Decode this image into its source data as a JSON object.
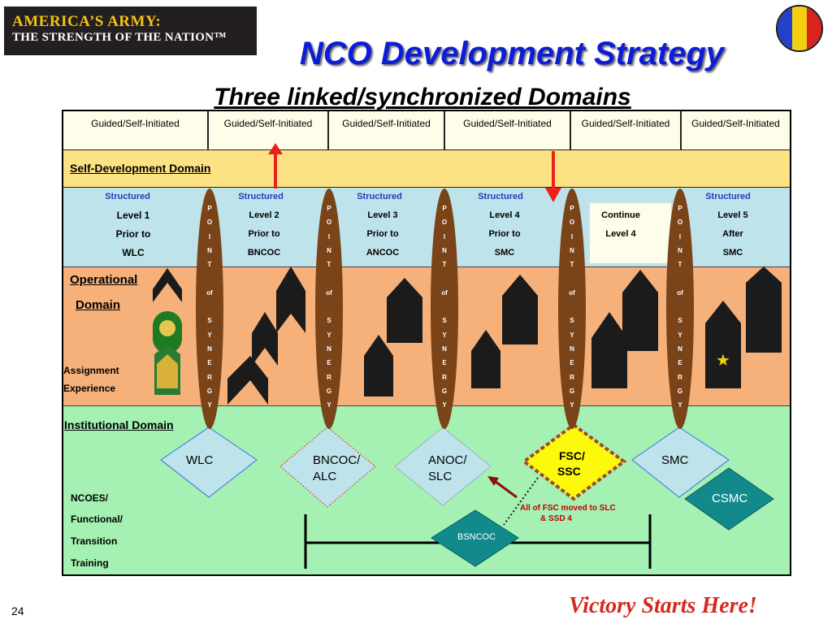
{
  "logo": {
    "line1": "AMERICA’S ARMY:",
    "line2": "THE STRENGTH OF  THE NATION™"
  },
  "title": "NCO Development Strategy",
  "subtitle": "Three linked/synchronized Domains",
  "guided_row": [
    "Guided/Self-Initiated",
    "Guided/Self-Initiated",
    "Guided/Self-Initiated",
    "Guided/Self-Initiated",
    "Guided/Self-Initiated",
    "Guided/Self-Initiated"
  ],
  "self_development_label": "Self-Development Domain",
  "structured_columns": [
    {
      "header": "Structured",
      "lines": [
        "Level 1",
        "Prior to",
        "WLC"
      ]
    },
    {
      "header": "Structured",
      "lines": [
        "Level 2",
        "Prior to",
        "BNCOC"
      ]
    },
    {
      "header": "Structured",
      "lines": [
        "Level 3",
        "Prior to",
        "ANCOC"
      ]
    },
    {
      "header": "Structured",
      "lines": [
        "Level 4",
        "Prior to",
        "SMC"
      ]
    },
    {
      "header": "",
      "lines": [
        "Continue",
        "Level  4",
        ""
      ]
    },
    {
      "header": "Structured",
      "lines": [
        "Level 5",
        "After",
        "SMC"
      ]
    }
  ],
  "synergy_letters": [
    "P",
    "O",
    "I",
    "N",
    "T",
    "",
    "of",
    "",
    "S",
    "Y",
    "N",
    "E",
    "R",
    "G",
    "Y"
  ],
  "operational_label_1": "Operational ",
  "operational_label_2": "Domain ",
  "assignment_label_1": "Assignment",
  "assignment_label_2": "Experience",
  "institutional_label": "Institutional Domain",
  "courses": {
    "wlc": "WLC",
    "bncoc_1": "BNCOC/",
    "bncoc_2": "ALC",
    "anoc_1": "ANOC/",
    "anoc_2": "SLC",
    "fsc_1": "FSC/",
    "fsc_2": "SSC",
    "smc": "SMC",
    "csmc": "CSMC",
    "bsncoc": "BSNCOC"
  },
  "fsc_note_1": "All of FSC moved to SLC",
  "fsc_note_2": "&    SSD 4",
  "ncoes_lines": [
    "NCOES/",
    "Functional/",
    "Transition",
    "Training"
  ],
  "footer": {
    "page": "24",
    "slogan": "Victory Starts Here!"
  },
  "colors": {
    "title_blue": "#0c1dd6",
    "self_dev_yellow": "#fde283",
    "structured_blue": "#bfe3ea",
    "operational_orange": "#f6b079",
    "institutional_green": "#a4f1b3",
    "synergy_brown": "#7b4318",
    "arrow_red": "#e8231b",
    "slogan_red": "#d42a1e"
  }
}
